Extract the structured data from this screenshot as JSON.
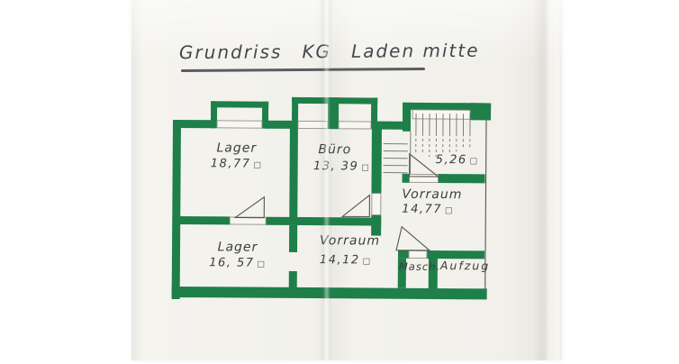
{
  "title": {
    "parts": [
      "Grundriss",
      "KG",
      "Laden mitte"
    ]
  },
  "unit_symbol": "□",
  "rooms": {
    "lager_top": {
      "name": "Lager",
      "area": "18,77"
    },
    "buero": {
      "name": "Büro",
      "area": "13, 39"
    },
    "stair_area": {
      "area": "5,26"
    },
    "vorraum_right": {
      "name": "Vorraum",
      "area": "14,77"
    },
    "lager_bottom": {
      "name": "Lager",
      "area": "16, 57"
    },
    "vorraum_mid": {
      "name": "Vorraum",
      "area": "14,12"
    },
    "masch": {
      "name": "Masch."
    },
    "aufzug": {
      "name": "Aufzug"
    }
  },
  "colors": {
    "wall_green": "#1e7f49",
    "paper": "#f2f1ec",
    "ink": "#3c3e3b",
    "pencil": "#54554d"
  }
}
